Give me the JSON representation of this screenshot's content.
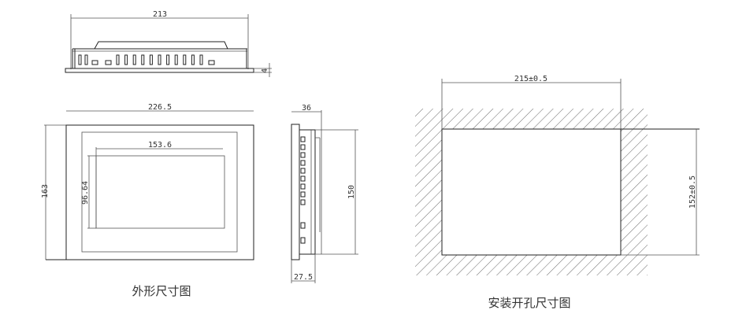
{
  "outline_drawing": {
    "caption": "外形尺寸图",
    "top_view": {
      "width_label": "213",
      "thickness_label": "4"
    },
    "front_view": {
      "width_label": "226.5",
      "height_label": "163",
      "screen_width_label": "153.6",
      "screen_height_label": "96.64"
    },
    "side_view": {
      "depth_label": "36",
      "body_depth_label": "27.5",
      "body_height_label": "150"
    }
  },
  "cutout_drawing": {
    "caption": "安装开孔尺寸图",
    "width_label": "215±0.5",
    "height_label": "152±0.5"
  }
}
